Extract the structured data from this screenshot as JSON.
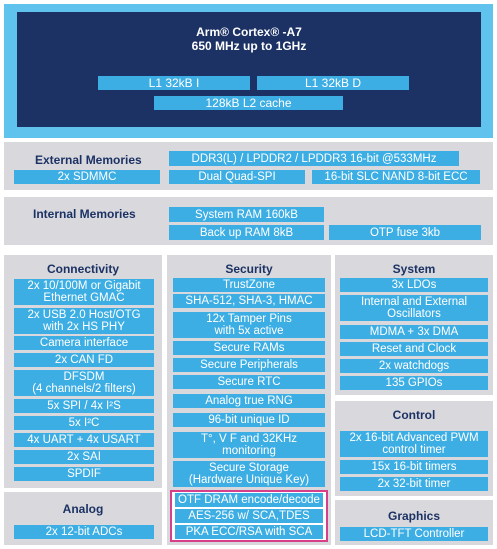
{
  "cpu": {
    "title": "Arm® Cortex® -A7",
    "subtitle": "650 MHz up to 1GHz",
    "l1i": "L1 32kB I",
    "l1d": "L1 32kB D",
    "l2": "128kB L2 cache"
  },
  "external": {
    "title": "External Memories",
    "items": [
      "DDR3(L) / LPDDR2 / LPDDR3 16-bit @533MHz",
      "2x SDMMC",
      "Dual Quad-SPI",
      "16-bit SLC NAND 8-bit ECC"
    ]
  },
  "internal": {
    "title": "Internal Memories",
    "items": [
      "System RAM 160kB",
      "Back up RAM 8kB",
      "OTP fuse 3kb"
    ]
  },
  "connectivity": {
    "title": "Connectivity",
    "items": [
      "2x 10/100M or Gigabit\nEthernet GMAC",
      "2x USB 2.0 Host/OTG\nwith 2x HS PHY",
      "Camera interface",
      "2x CAN FD",
      "DFSDM\n(4 channels/2 filters)",
      "5x SPI / 4x I²S",
      "5x I²C",
      "4x UART + 4x USART",
      "2x SAI",
      "SPDIF"
    ]
  },
  "analog": {
    "title": "Analog",
    "items": [
      "2x 12-bit ADCs"
    ]
  },
  "security": {
    "title": "Security",
    "items": [
      "TrustZone",
      "SHA-512, SHA-3, HMAC",
      "12x Tamper Pins\nwith 5x active",
      "Secure RAMs",
      "Secure Peripherals",
      "Secure RTC",
      "Analog true RNG",
      "96-bit unique ID",
      "T°, V F and 32KHz\nmonitoring",
      "Secure Storage\n(Hardware Unique Key)",
      "OTF DRAM encode/decode",
      "AES-256 w/ SCA,TDES",
      "PKA ECC/RSA with SCA"
    ]
  },
  "system": {
    "title": "System",
    "items": [
      "3x LDOs",
      "Internal and External\nOscillators",
      "MDMA + 3x DMA",
      "Reset and Clock",
      "2x watchdogs",
      "135 GPIOs"
    ]
  },
  "control": {
    "title": "Control",
    "items": [
      "2x 16-bit  Advanced PWM\ncontrol timer",
      "15x 16-bit timers",
      "2x 32-bit timer"
    ]
  },
  "graphics": {
    "title": "Graphics",
    "items": [
      "LCD-TFT Controller"
    ]
  }
}
